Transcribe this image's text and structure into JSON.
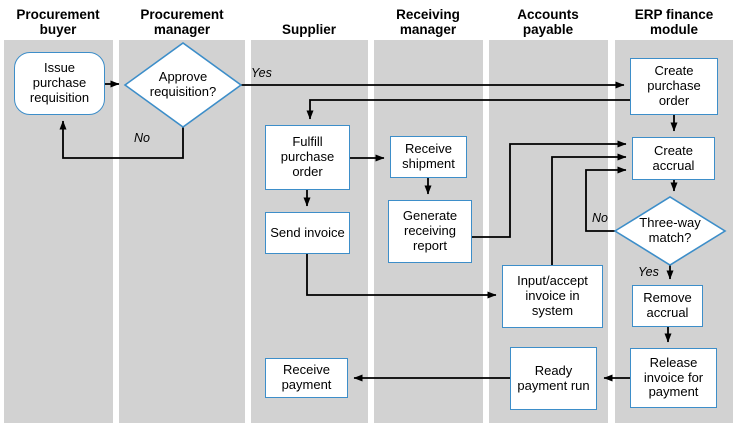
{
  "diagram_type": "cross-functional flowchart (swimlanes)",
  "lanes": [
    {
      "id": "procurement-buyer",
      "label": "Procurement buyer"
    },
    {
      "id": "procurement-manager",
      "label": "Procurement manager"
    },
    {
      "id": "supplier",
      "label": "Supplier"
    },
    {
      "id": "receiving-manager",
      "label": "Receiving manager"
    },
    {
      "id": "accounts-payable",
      "label": "Accounts payable"
    },
    {
      "id": "erp-finance-module",
      "label": "ERP finance module"
    }
  ],
  "nodes": {
    "issue_requisition": {
      "label": "Issue purchase requisition",
      "shape": "terminator",
      "lane": "Procurement buyer"
    },
    "approve_requisition": {
      "label": "Approve requisition?",
      "shape": "decision",
      "lane": "Procurement manager"
    },
    "create_purchase_order": {
      "label": "Create purchase order",
      "shape": "process",
      "lane": "ERP finance module"
    },
    "fulfill_purchase_order": {
      "label": "Fulfill purchase order",
      "shape": "process",
      "lane": "Supplier"
    },
    "send_invoice": {
      "label": "Send invoice",
      "shape": "process",
      "lane": "Supplier"
    },
    "receive_shipment": {
      "label": "Receive shipment",
      "shape": "process",
      "lane": "Receiving manager"
    },
    "generate_receiving_report": {
      "label": "Generate receiving report",
      "shape": "process",
      "lane": "Receiving manager"
    },
    "create_accrual": {
      "label": "Create accrual",
      "shape": "process",
      "lane": "ERP finance module"
    },
    "three_way_match": {
      "label": "Three-way match?",
      "shape": "decision",
      "lane": "ERP finance module"
    },
    "input_accept_invoice": {
      "label": "Input/accept invoice in system",
      "shape": "process",
      "lane": "Accounts payable"
    },
    "remove_accrual": {
      "label": "Remove accrual",
      "shape": "process",
      "lane": "ERP finance module"
    },
    "release_invoice": {
      "label": "Release invoice for payment",
      "shape": "process",
      "lane": "ERP finance module"
    },
    "ready_payment_run": {
      "label": "Ready payment run",
      "shape": "process",
      "lane": "Accounts payable"
    },
    "receive_payment": {
      "label": "Receive payment",
      "shape": "process",
      "lane": "Supplier"
    }
  },
  "edges": [
    {
      "from": "issue_requisition",
      "to": "approve_requisition",
      "label": ""
    },
    {
      "from": "approve_requisition",
      "to": "create_purchase_order",
      "label": "Yes"
    },
    {
      "from": "approve_requisition",
      "to": "issue_requisition",
      "label": "No"
    },
    {
      "from": "create_purchase_order",
      "to": "fulfill_purchase_order",
      "label": ""
    },
    {
      "from": "create_purchase_order",
      "to": "create_accrual",
      "label": ""
    },
    {
      "from": "fulfill_purchase_order",
      "to": "receive_shipment",
      "label": ""
    },
    {
      "from": "fulfill_purchase_order",
      "to": "send_invoice",
      "label": ""
    },
    {
      "from": "receive_shipment",
      "to": "generate_receiving_report",
      "label": ""
    },
    {
      "from": "generate_receiving_report",
      "to": "create_accrual",
      "label": ""
    },
    {
      "from": "send_invoice",
      "to": "input_accept_invoice",
      "label": ""
    },
    {
      "from": "input_accept_invoice",
      "to": "create_accrual",
      "label": ""
    },
    {
      "from": "three_way_match",
      "to": "create_accrual",
      "label": "No"
    },
    {
      "from": "create_accrual",
      "to": "three_way_match",
      "label": ""
    },
    {
      "from": "three_way_match",
      "to": "remove_accrual",
      "label": "Yes"
    },
    {
      "from": "remove_accrual",
      "to": "release_invoice",
      "label": ""
    },
    {
      "from": "release_invoice",
      "to": "ready_payment_run",
      "label": ""
    },
    {
      "from": "ready_payment_run",
      "to": "receive_payment",
      "label": ""
    }
  ],
  "colors": {
    "lane_fill": "#d2d2d2",
    "node_fill": "#ffffff",
    "node_border": "#3d8ec9",
    "connector": "#000000",
    "text": "#000000"
  }
}
